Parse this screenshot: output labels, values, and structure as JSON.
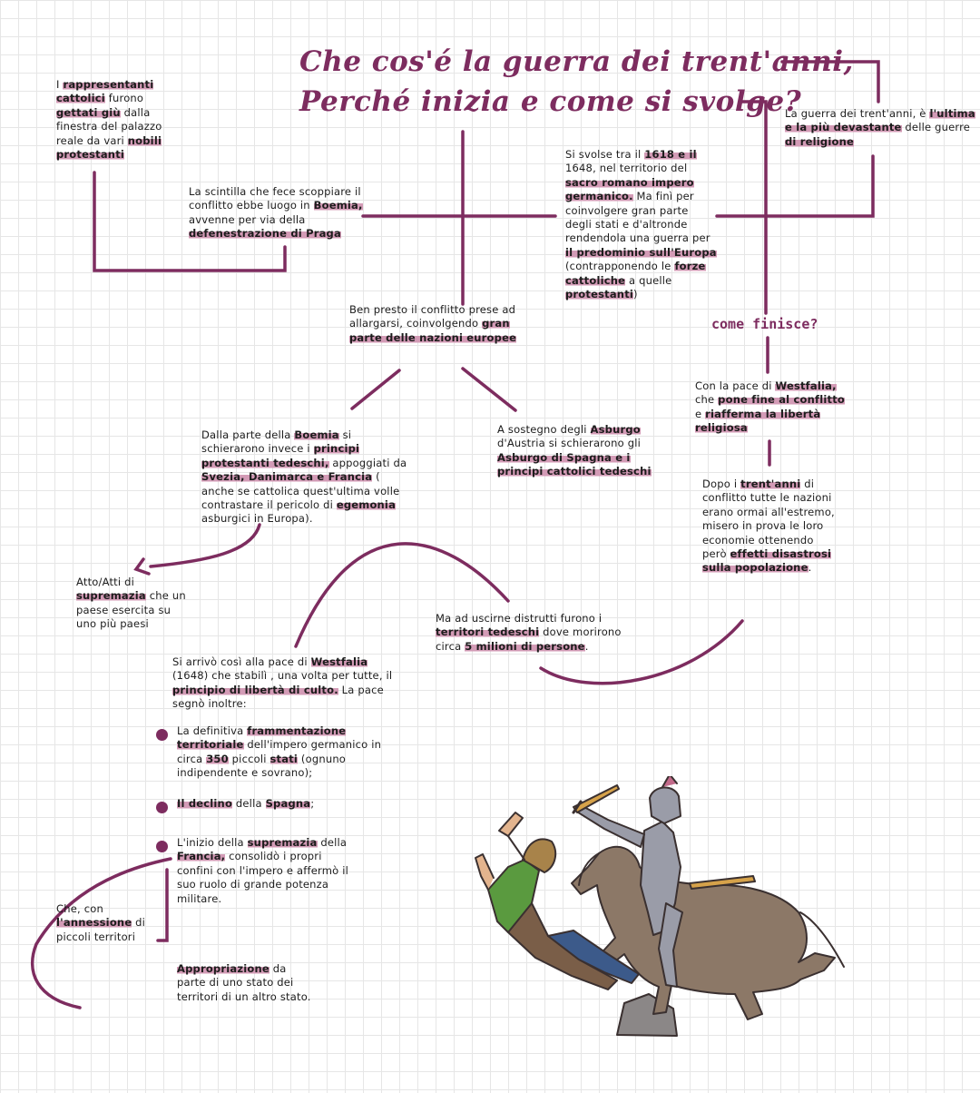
{
  "title": {
    "line1": "Che cos'é la guerra dei trent'anni,",
    "line2": "Perché inizia e come si svolge?"
  },
  "come_finisce": "come finisce?",
  "notes": {
    "cattolici": {
      "t1": "I ",
      "h1": "rappresentanti cattolici",
      "t2": " furono ",
      "h2": "gettati giù",
      "t3": " dalla finestra del palazzo reale da vari ",
      "h3": "nobili protestanti"
    },
    "scintilla": {
      "t1": "La scintilla che fece scoppiare il conflitto ebbe luogo in ",
      "h1": "Boemia,",
      "t2": " avvenne per via della ",
      "h2": "defenestrazione di Praga"
    },
    "svolse": {
      "t1": "Si svolse tra il ",
      "h1": "1618 e il",
      "t2": " 1648, nel territorio del ",
      "h2": "sacro romano impero germanico.",
      "t3": " Ma finì per coinvolgere gran parte degli stati e d'altronde rendendola una guerra per ",
      "h3": "il predominio sull'Europa",
      "t4": " (contrapponendo le ",
      "h4": "forze cattoliche",
      "t5": " a quelle ",
      "h5": "protestanti",
      "t6": ")"
    },
    "devastante": {
      "t1": "La guerra dei trent'anni, è ",
      "h1": "l'ultima e la più devastante",
      "t2": " delle guerre ",
      "h2": "di religione"
    },
    "allargarsi": {
      "t1": "Ben presto il conflitto prese ad allargarsi, coinvolgendo ",
      "h1": "gran parte delle nazioni europee"
    },
    "westfalia_fine": {
      "t1": "Con la pace di ",
      "h1": "Westfalia,",
      "t2": " che ",
      "h2": "pone fine al conflitto",
      "t3": " e ",
      "h3": "riafferma la libertà religiosa"
    },
    "boemia": {
      "t1": "Dalla parte della ",
      "h1": "Boemia",
      "t2": " si schierarono invece i ",
      "h2": "principi protestanti tedeschi,",
      "t3": " appoggiati da ",
      "h3": "Svezia, Danimarca e Francia",
      "t4": " ( anche se cattolica quest'ultima volle contrastare il pericolo di ",
      "h4": "egemonia",
      "t5": " asburgici in Europa)."
    },
    "asburgo": {
      "t1": "A sostegno degli ",
      "h1": "Asburgo",
      "t2": " d'Austria si schierarono gli ",
      "h2": "Asburgo di Spagna e i principi cattolici tedeschi"
    },
    "dopo": {
      "t1": "Dopo i ",
      "h1": "trent'anni",
      "t2": " di conflitto tutte le nazioni erano ormai all'estremo, misero in prova le loro economie ottenendo però ",
      "h2": "effetti disastrosi sulla popolazione",
      "t3": "."
    },
    "atto": {
      "t1": "Atto/Atti di ",
      "h1": "supremazia",
      "t2": " che un paese esercita su uno più paesi"
    },
    "distrutti": {
      "t1": "Ma ad uscirne distrutti furono i ",
      "h1": "territori tedeschi",
      "t2": " dove morirono circa ",
      "h2": "5 milioni di persone",
      "t3": "."
    },
    "pace": {
      "t1": "Si arrivò così alla pace di ",
      "h1": "Westfalia",
      "t2": " (1648) che stabilì , una volta per tutte, il ",
      "h2": "principio di libertà di culto.",
      "t3": " La pace segnò inoltre:"
    },
    "b1": {
      "t1": "La definitiva ",
      "h1": "frammentazione territoriale",
      "t2": " dell'impero germanico in circa ",
      "h2": "350",
      "t3": " piccoli ",
      "h3": "stati",
      "t4": " (ognuno indipendente e sovrano);"
    },
    "b2": {
      "h1": "Il declino",
      "t1": " della ",
      "h2": "Spagna",
      "t2": ";"
    },
    "b3": {
      "t1": "L'inizio della ",
      "h1": "supremazia",
      "t2": " della ",
      "h2": "Francia,",
      "t3": " consolidò i propri confini con l'impero e affermò il suo ruolo di grande potenza militare."
    },
    "annessione": {
      "t1": "Che, con ",
      "h1": "l'annessione",
      "t2": " di piccoli territori"
    },
    "appropriazione": {
      "h1": "Appropriazione",
      "t1": " da parte di uno stato dei territori di un altro stato."
    }
  },
  "colors": {
    "accent": "#7d2c5f",
    "highlight": "#d39bb6",
    "grid": "#e6e6e6"
  },
  "illustration": "knight-on-horse-striking-peasant"
}
